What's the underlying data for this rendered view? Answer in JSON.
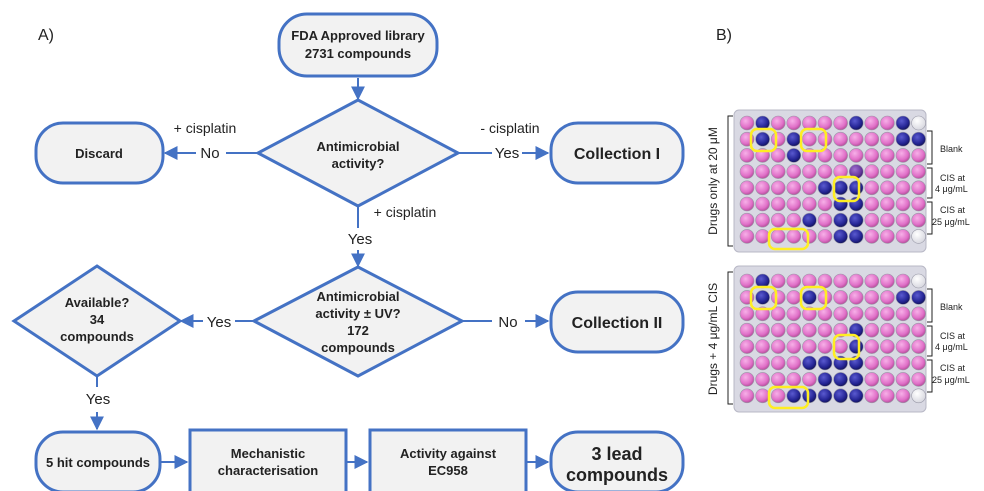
{
  "panel_a": {
    "label": "A)",
    "start": [
      "FDA Approved library",
      "2731 compounds"
    ],
    "decision1": [
      "Antimicrobial",
      "activity?"
    ],
    "discard": "Discard",
    "collection1": "Collection I",
    "decision2": [
      "Antimicrobial",
      "activity ± UV?",
      "172",
      "compounds"
    ],
    "collection2": "Collection II",
    "available": [
      "Available?",
      "34",
      "compounds"
    ],
    "hits": "5 hit compounds",
    "mechanistic": [
      "Mechanistic",
      "characterisation"
    ],
    "activity_ec": [
      "Activity against",
      "EC958"
    ],
    "lead": [
      "3 lead",
      "compounds"
    ],
    "edges": {
      "plus_cisplatin_left": "+ cisplatin",
      "no_left": "No",
      "minus_cisplatin": "- cisplatin",
      "yes_right": "Yes",
      "plus_cisplatin_down": "+ cisplatin",
      "yes_down": "Yes",
      "yes_left": "Yes",
      "no_right": "No",
      "yes_available": "Yes"
    }
  },
  "panel_b": {
    "label": "B)",
    "plate1_side": "Drugs only at 20 μM",
    "plate2_side": "Drugs + 4 μg/mL CIS",
    "brackets": {
      "blank": "Blank",
      "cis4": [
        "CIS at",
        "4 μg/mL"
      ],
      "cis25": [
        "CIS at",
        "25 μg/mL"
      ]
    }
  },
  "colors": {
    "shape_stroke": "#4472c4",
    "shape_fill": "#f2f2f2",
    "arrow": "#4472c4",
    "well_pink": "#e070c8",
    "well_blue": "#2a2a9a",
    "highlight": "#ffee22",
    "plate_bg": "#d9d9e3"
  }
}
